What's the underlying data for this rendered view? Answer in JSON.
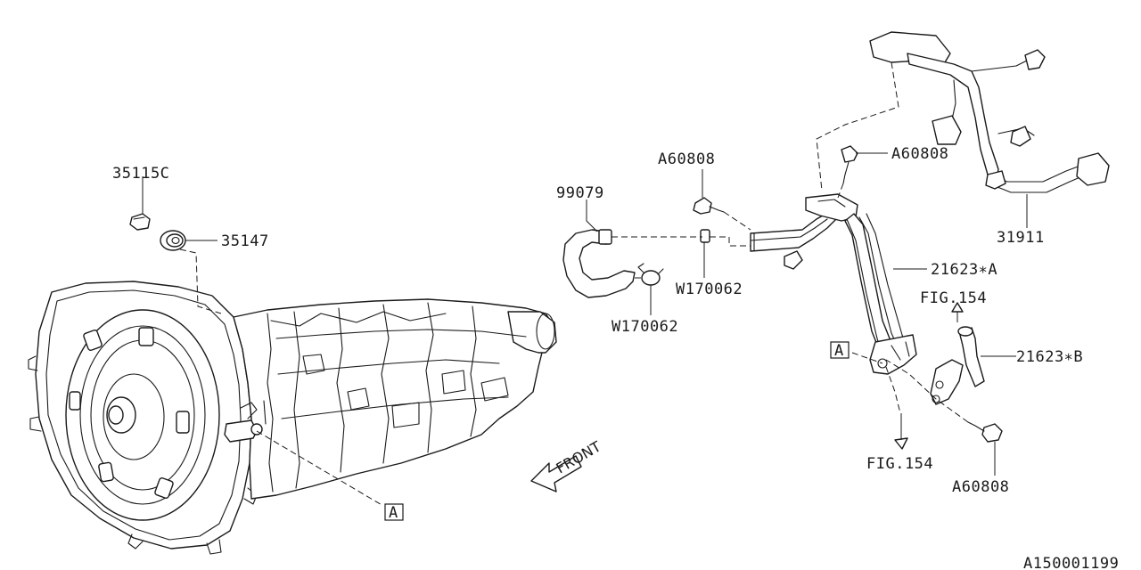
{
  "diagram": {
    "catalog_id": "A150001199",
    "front_label": "FRONT",
    "callouts": {
      "p35115c": "35115C",
      "p35147": "35147",
      "p99079": "99079",
      "a60808_top": "A60808",
      "a60808_right": "A60808",
      "a60808_bottom": "A60808",
      "w170062_upper": "W170062",
      "w170062_lower": "W170062",
      "p21623a": "21623∗A",
      "p21623b": "21623∗B",
      "p31911": "31911",
      "fig154_upper": "FIG.154",
      "fig154_lower": "FIG.154",
      "ref_a_left": "A",
      "ref_a_right": "A"
    }
  }
}
